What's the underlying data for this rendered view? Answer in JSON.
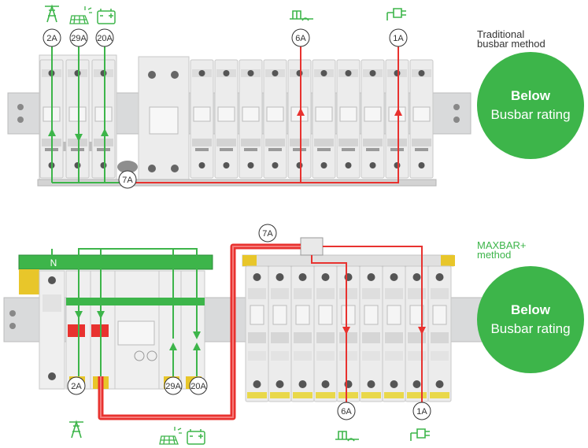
{
  "colors": {
    "green": "#3db54a",
    "red": "#e8322f",
    "label_green": "#3db54a",
    "din_rail": "#d9dadb",
    "breaker_body": "#eaeaea"
  },
  "traditional": {
    "method_label_line1": "Traditional",
    "method_label_line2": "busbar method",
    "badge_line1": "Below",
    "badge_line2": "Busbar rating",
    "currents": {
      "solar": "2A",
      "panel": "29A",
      "battery": "20A",
      "heater": "6A",
      "plug": "1A",
      "total": "7A"
    }
  },
  "maxbar": {
    "method_label_line1": "MAXBAR+",
    "method_label_line2": "method",
    "badge_line1": "Below",
    "badge_line2": "Busbar rating",
    "currents": {
      "solar": "2A",
      "panel": "29A",
      "battery": "20A",
      "heater": "6A",
      "plug": "1A",
      "total": "7A"
    },
    "busbar_letter": "N"
  },
  "icons": [
    "solar-tower-icon",
    "solar-panel-icon",
    "battery-icon",
    "water-heater-icon",
    "plug-icon"
  ]
}
